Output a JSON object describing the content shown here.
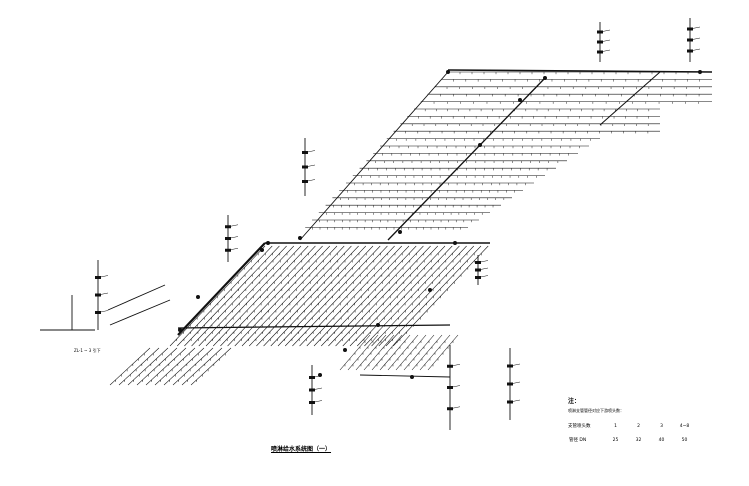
{
  "drawing": {
    "title": "喷淋给水系统图（一）",
    "annotation": "ZL-1 ~ 3 引下",
    "notes_heading": "注：",
    "notes_text": "喷淋支管管径对应下游喷头数：",
    "table": {
      "header_label": "支管喷头数",
      "header_values": [
        "1",
        "2",
        "3",
        "4~8"
      ],
      "row_label": "管径 DN",
      "row_values": [
        "25",
        "32",
        "40",
        "50"
      ]
    }
  }
}
